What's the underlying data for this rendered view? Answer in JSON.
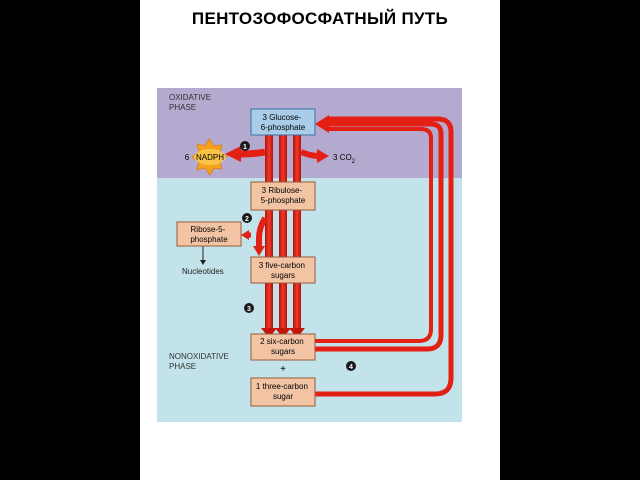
{
  "slide": {
    "title": "ПЕНТОЗОФОСФАТНЫЙ ПУТЬ"
  },
  "figure": {
    "phases": {
      "oxidative": [
        "OXIDATIVE",
        "PHASE"
      ],
      "nonoxidative": [
        "NONOXIDATIVE",
        "PHASE"
      ]
    },
    "boxes": {
      "glucose6p": [
        "3 Glucose-",
        "6-phosphate"
      ],
      "ribulose5p": [
        "3 Ribulose-",
        "5-phosphate"
      ],
      "five_carbon": [
        "3 five-carbon",
        "sugars"
      ],
      "six_carbon": [
        "2 six-carbon",
        "sugars"
      ],
      "three_carbon": [
        "1 three-carbon",
        "sugar"
      ],
      "ribose5p": [
        "Ribose-5-",
        "phosphate"
      ]
    },
    "nadph": {
      "coefficient": "6",
      "label": "NADPH"
    },
    "co2": {
      "text": "3 CO",
      "subscript": "2"
    },
    "nucleotides": "Nucleotides",
    "plus": "+",
    "steps": [
      "1",
      "2",
      "3",
      "4"
    ],
    "colors": {
      "oxidative_bg": "#b4a9cf",
      "nonoxidative_bg": "#c3e3ea",
      "arrow": "#e41f13",
      "glucose_box": "#a9cde8",
      "sugar_box": "#f2c4a4",
      "nadph_star": "#f5a31e",
      "badge": "#1a1a1a"
    }
  }
}
